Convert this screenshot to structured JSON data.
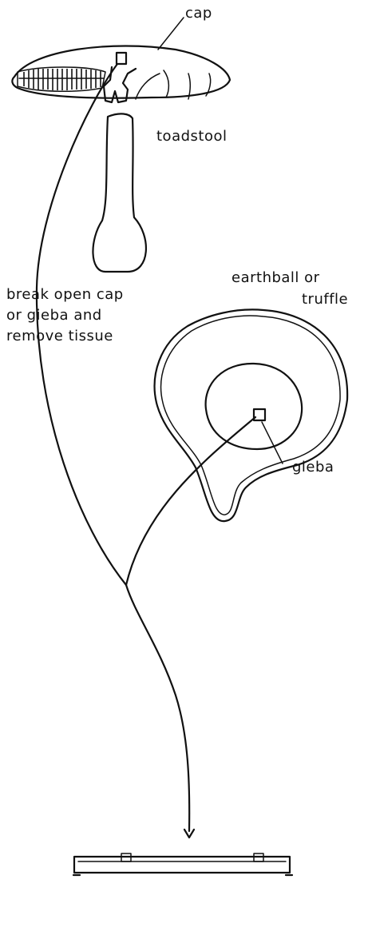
{
  "labels": {
    "cap": "cap",
    "toadstool": "toadstool",
    "earthball_line1": "earthball or",
    "earthball_line2": "truffle",
    "instruction_line1": "break open cap",
    "instruction_line2": "or gieba and",
    "instruction_line3": "remove tissue",
    "gleba": "gleba"
  }
}
